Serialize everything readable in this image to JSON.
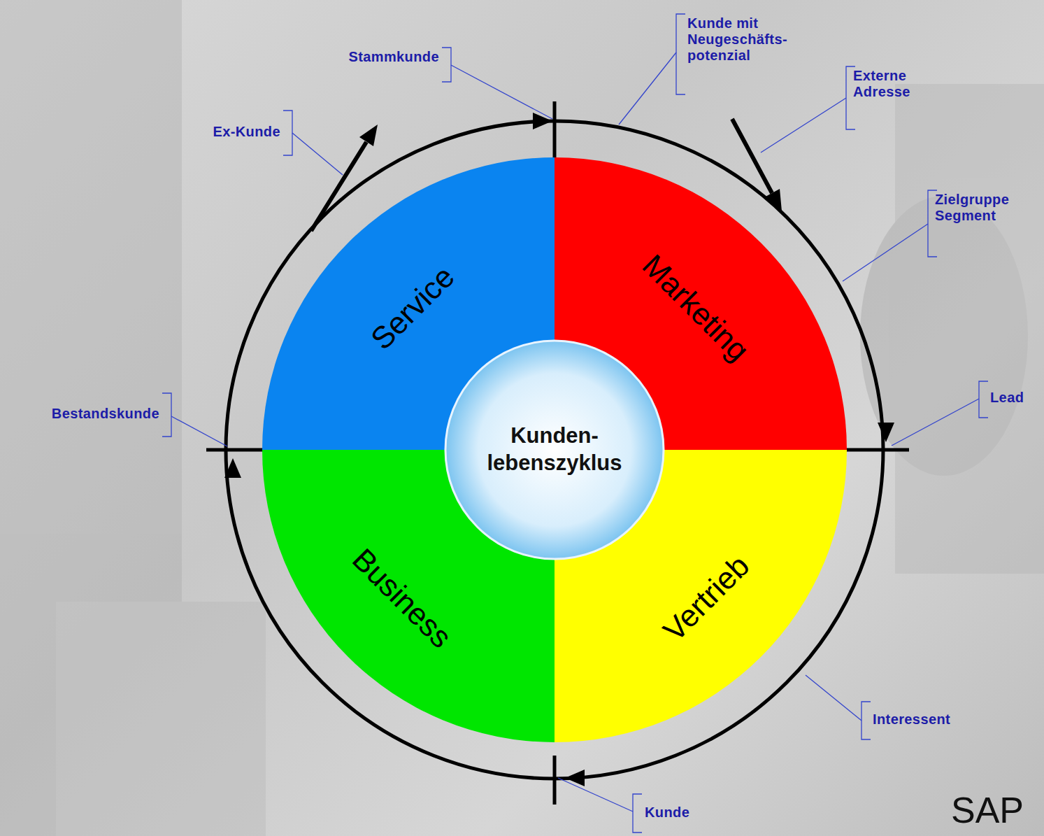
{
  "diagram": {
    "nodes": [
      {
        "text": [
          "Service"
        ]
      },
      {
        "text": [
          "Marketing"
        ]
      },
      {
        "text": [
          "Business"
        ]
      },
      {
        "text": [
          "Vertrieb"
        ]
      },
      {
        "text": [
          "Kunden- lebenszyklus"
        ]
      }
    ],
    "labels": [
      "Stammkunde",
      "Kunde mit Neugeschäfts- potenzial",
      "Externe Adresse",
      "Zielgruppe Segment",
      "Lead",
      "Interessent",
      "Kunde",
      "Bestandskunde",
      "Ex-Kunde",
      "SAP"
    ]
  }
}
